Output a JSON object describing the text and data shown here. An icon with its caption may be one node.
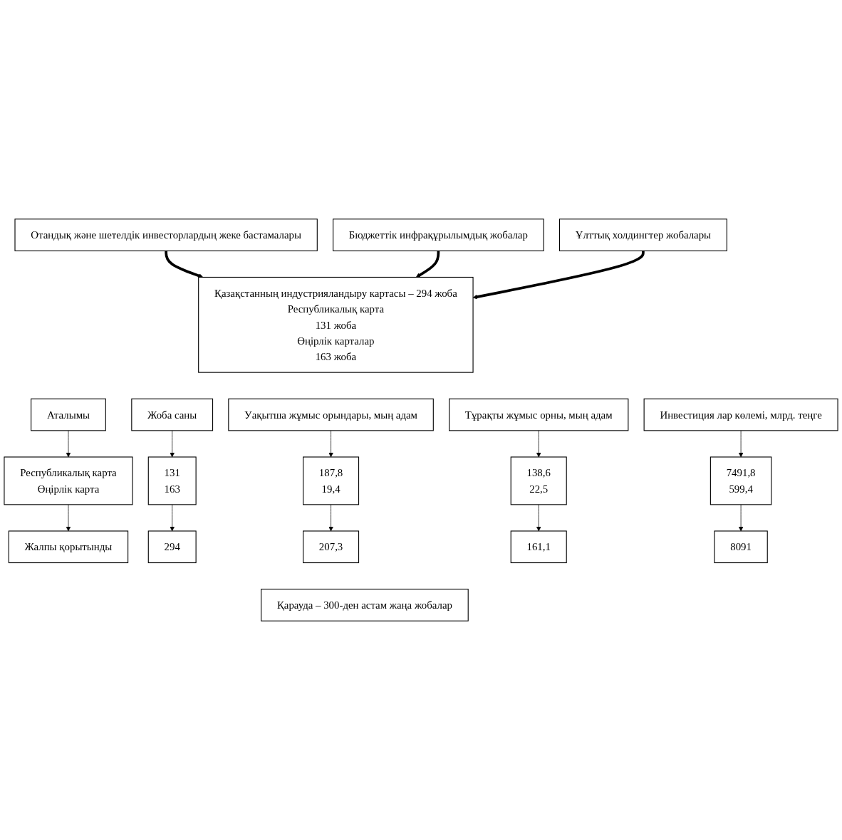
{
  "diagram": {
    "nodes": [
      {
        "text": [
          "Отандық және шетелдік инвесторлардың жеке бастамалары"
        ]
      },
      {
        "text": [
          "Бюджеттік инфрақұрылымдық жобалар"
        ]
      },
      {
        "text": [
          "Ұлттық холдингтер жобалары"
        ]
      },
      {
        "text": [
          "Қазақстанның индустрияландыру картасы – 294 жоба",
          "Республикалық карта",
          "131 жоба",
          "Өңірлік карталар",
          "163 жоба"
        ]
      },
      {
        "text": [
          "Аталымы"
        ]
      },
      {
        "text": [
          "Жоба саны"
        ]
      },
      {
        "text": [
          "Уақытша жұмыс орындары, мың адам"
        ]
      },
      {
        "text": [
          "Тұрақты жұмыс орны, мың адам"
        ]
      },
      {
        "text": [
          "Инвестиция лар көлемі, млрд. теңге"
        ]
      },
      {
        "text": [
          "Республикалық карта",
          "Өңірлік карта"
        ]
      },
      {
        "text": [
          "131",
          "163"
        ]
      },
      {
        "text": [
          "187,8",
          "19,4"
        ]
      },
      {
        "text": [
          "138,6",
          "22,5"
        ]
      },
      {
        "text": [
          "7491,8",
          "599,4"
        ]
      },
      {
        "text": [
          "Жалпы қорытынды"
        ]
      },
      {
        "text": [
          "294"
        ]
      },
      {
        "text": [
          "207,3"
        ]
      },
      {
        "text": [
          "161,1"
        ]
      },
      {
        "text": [
          "8091"
        ]
      },
      {
        "text": [
          "Қарауда – 300-ден астам жаңа жобалар"
        ]
      }
    ],
    "edges": [
      {
        "from": 0,
        "to": 3,
        "arrow": "to",
        "style": "thick"
      },
      {
        "from": 1,
        "to": 3,
        "arrow": "to",
        "style": "thick"
      },
      {
        "from": 2,
        "to": 3,
        "arrow": "to",
        "style": "thick"
      },
      {
        "from": 4,
        "to": 9,
        "arrow": "to"
      },
      {
        "from": 5,
        "to": 10,
        "arrow": "to"
      },
      {
        "from": 6,
        "to": 11,
        "arrow": "to"
      },
      {
        "from": 7,
        "to": 12,
        "arrow": "to"
      },
      {
        "from": 8,
        "to": 13,
        "arrow": "to"
      },
      {
        "from": 9,
        "to": 14,
        "arrow": "to"
      },
      {
        "from": 10,
        "to": 15,
        "arrow": "to"
      },
      {
        "from": 11,
        "to": 16,
        "arrow": "to"
      },
      {
        "from": 12,
        "to": 17,
        "arrow": "to"
      },
      {
        "from": 13,
        "to": 18,
        "arrow": "to"
      }
    ]
  }
}
